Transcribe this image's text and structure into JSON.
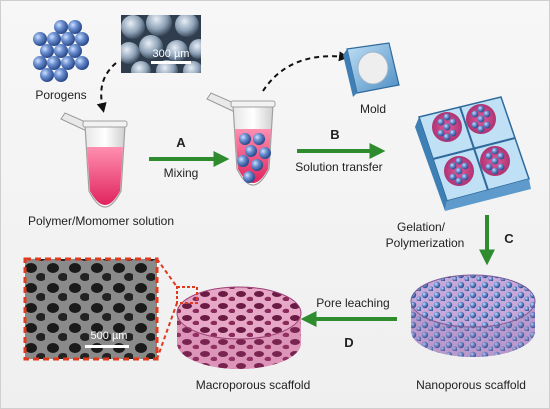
{
  "labels": {
    "porogens": "Porogens",
    "sem_scale_top": "300 µm",
    "mold": "Mold",
    "step_a": "A",
    "mixing": "Mixing",
    "step_b": "B",
    "solution_transfer": "Solution transfer",
    "polymer_solution": "Polymer/Momomer solution",
    "gelation_line1": "Gelation/",
    "gelation_line2": "Polymerization",
    "step_c": "C",
    "pore_leaching": "Pore leaching",
    "step_d": "D",
    "sem_scale_bottom": "500 µm",
    "macroporous": "Macroporous scaffold",
    "nanoporous": "Nanoporous scaffold"
  },
  "colors": {
    "arrow_green": "#2e8b2e",
    "porogen_blue": "#4a6fb0",
    "solution_pink": "#f25c8a",
    "mold_blue": "#6fa8d6",
    "scaffold_pink": "#d98bb0",
    "sem_highlight": "#e03a1e"
  }
}
